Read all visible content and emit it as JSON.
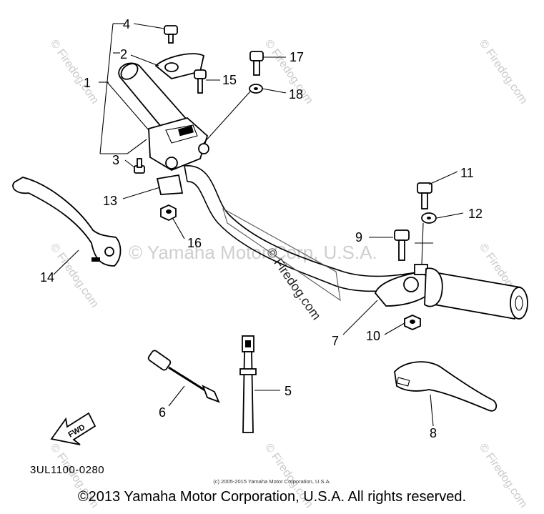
{
  "diagram": {
    "callouts": [
      {
        "id": "c1",
        "text": "1"
      },
      {
        "id": "c2",
        "text": "2"
      },
      {
        "id": "c3",
        "text": "3"
      },
      {
        "id": "c4",
        "text": "4"
      },
      {
        "id": "c5",
        "text": "5"
      },
      {
        "id": "c6",
        "text": "6"
      },
      {
        "id": "c7",
        "text": "7"
      },
      {
        "id": "c8",
        "text": "8"
      },
      {
        "id": "c9",
        "text": "9"
      },
      {
        "id": "c10",
        "text": "10"
      },
      {
        "id": "c11",
        "text": "11"
      },
      {
        "id": "c12",
        "text": "12"
      },
      {
        "id": "c13",
        "text": "13"
      },
      {
        "id": "c14",
        "text": "14"
      },
      {
        "id": "c15",
        "text": "15"
      },
      {
        "id": "c16",
        "text": "16"
      },
      {
        "id": "c17",
        "text": "17"
      },
      {
        "id": "c18",
        "text": "18"
      }
    ],
    "fwd_label": "FWD",
    "part_code": "3UL1100-0280",
    "center_watermark": "© Yamaha Motor Corp, U.S.A.",
    "diagonal_watermark": "© Firedog.com",
    "small_copyright": "(c) 2005-2015 Yamaha Motor Corporation, U.S.A.",
    "copyright": "©2013 Yamaha Motor Corporation, U.S.A. All rights reserved.",
    "watermark_color": "#c9c9c9"
  }
}
